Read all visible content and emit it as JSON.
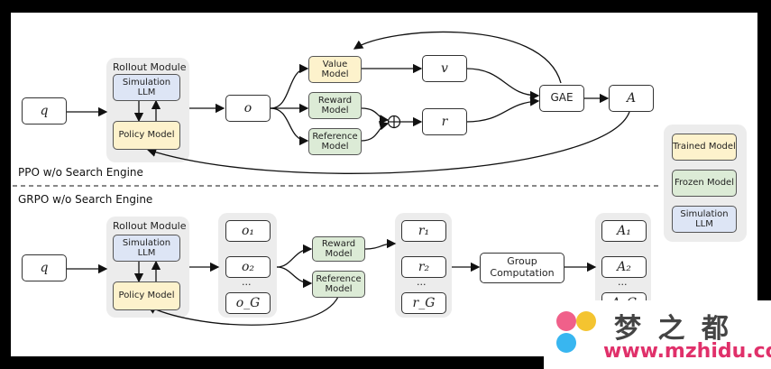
{
  "ppo": {
    "section_label": "PPO w/o Search Engine",
    "q": "q",
    "rollout_title": "Rollout Module",
    "simulation": "Simulation LLM",
    "policy": "Policy Model",
    "o": "o",
    "value_model": "Value Model",
    "reward_model": "Reward Model",
    "reference_model": "Reference Model",
    "v": "v",
    "r": "r",
    "plus": "⊕",
    "gae": "GAE",
    "a": "A"
  },
  "grpo": {
    "section_label": "GRPO w/o Search Engine",
    "q": "q",
    "rollout_title": "Rollout Module",
    "simulation": "Simulation LLM",
    "policy": "Policy Model",
    "o1": "o₁",
    "o2": "o₂",
    "oG": "o_G",
    "dots": "...",
    "reward_model": "Reward Model",
    "reference_model": "Reference Model",
    "r1": "r₁",
    "r2": "r₂",
    "rG": "r_G",
    "group": "Group Computation",
    "a1": "A₁",
    "a2": "A₂",
    "aG": "A_G"
  },
  "legend": {
    "trained": "Trained Model",
    "frozen": "Frozen Model",
    "simulation": "Simulation LLM"
  },
  "watermark": {
    "text": "梦 之 都",
    "url": "www.mzhidu.com"
  },
  "colors": {
    "trained": "#fdf2cc",
    "frozen": "#dcebd6",
    "simulation": "#dde5f5",
    "panel": "#ececec"
  }
}
